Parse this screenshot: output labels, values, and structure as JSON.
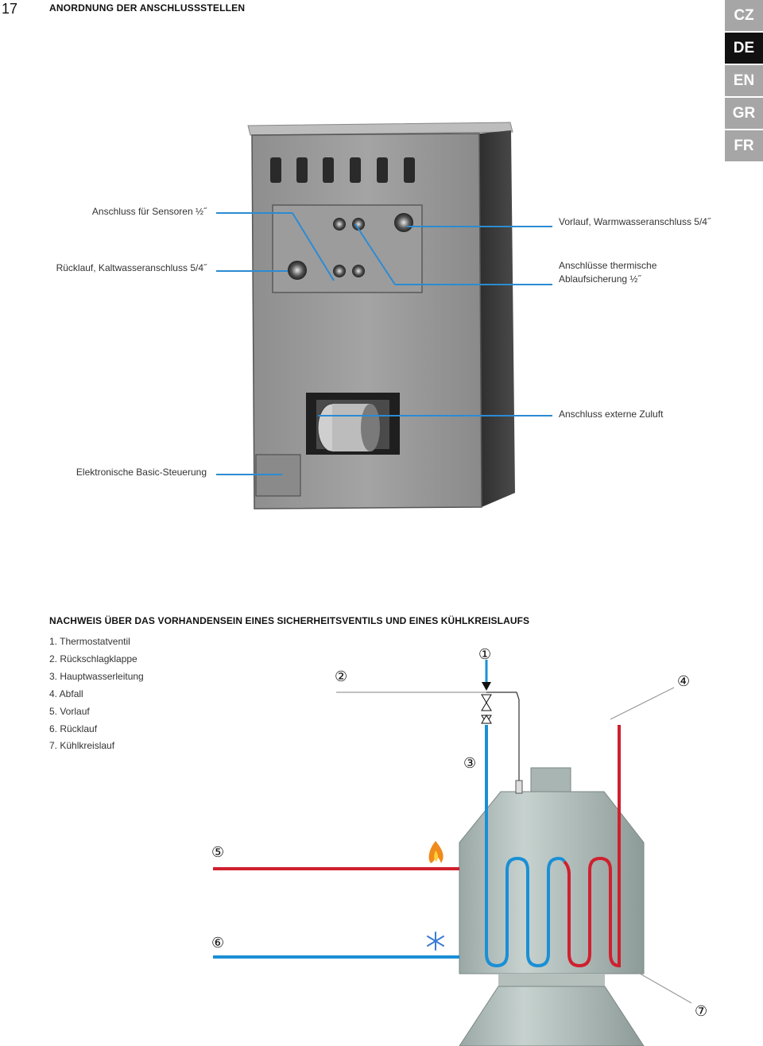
{
  "header": {
    "page_number": "17",
    "title": "ANORDNUNG DER ANSCHLUSSSTELLEN"
  },
  "languages": [
    {
      "code": "CZ",
      "active": false
    },
    {
      "code": "DE",
      "active": true
    },
    {
      "code": "EN",
      "active": false
    },
    {
      "code": "GR",
      "active": false
    },
    {
      "code": "FR",
      "active": false
    }
  ],
  "callouts": {
    "sensors": "Anschluss für Sensoren ½˝",
    "return": "Rücklauf, Kaltwasseranschluss 5/4˝",
    "flow": "Vorlauf, Warmwasseranschluss 5/4˝",
    "thermal_line1": "Anschlüsse thermische",
    "thermal_line2": "Ablaufsicherung ½˝",
    "air": "Anschluss externe Zuluft",
    "control": "Elektronische Basic-Steuerung"
  },
  "section": {
    "heading": "NACHWEIS ÜBER DAS VORHANDENSEIN EINES SICHERHEITSVENTILS UND EINES KÜHLKREISLAUFS",
    "items": [
      "1. Thermostatventil",
      "2. Rückschlagklappe",
      "3. Hauptwasserleitung",
      "4. Abfall",
      "5. Vorlauf",
      "6. Rücklauf",
      "7. Kühlkreislauf"
    ]
  },
  "diagram": {
    "markers": [
      "①",
      "②",
      "③",
      "④",
      "⑤",
      "⑥",
      "⑦"
    ],
    "icons": [
      "flame-icon",
      "snowflake-icon"
    ]
  },
  "colors": {
    "accent_blue": "#2b8bd3",
    "pipe_red": "#d0202e",
    "pipe_blue": "#1a8fd6",
    "active_tab": "#111111",
    "inactive_tab": "#a6a6a6"
  }
}
